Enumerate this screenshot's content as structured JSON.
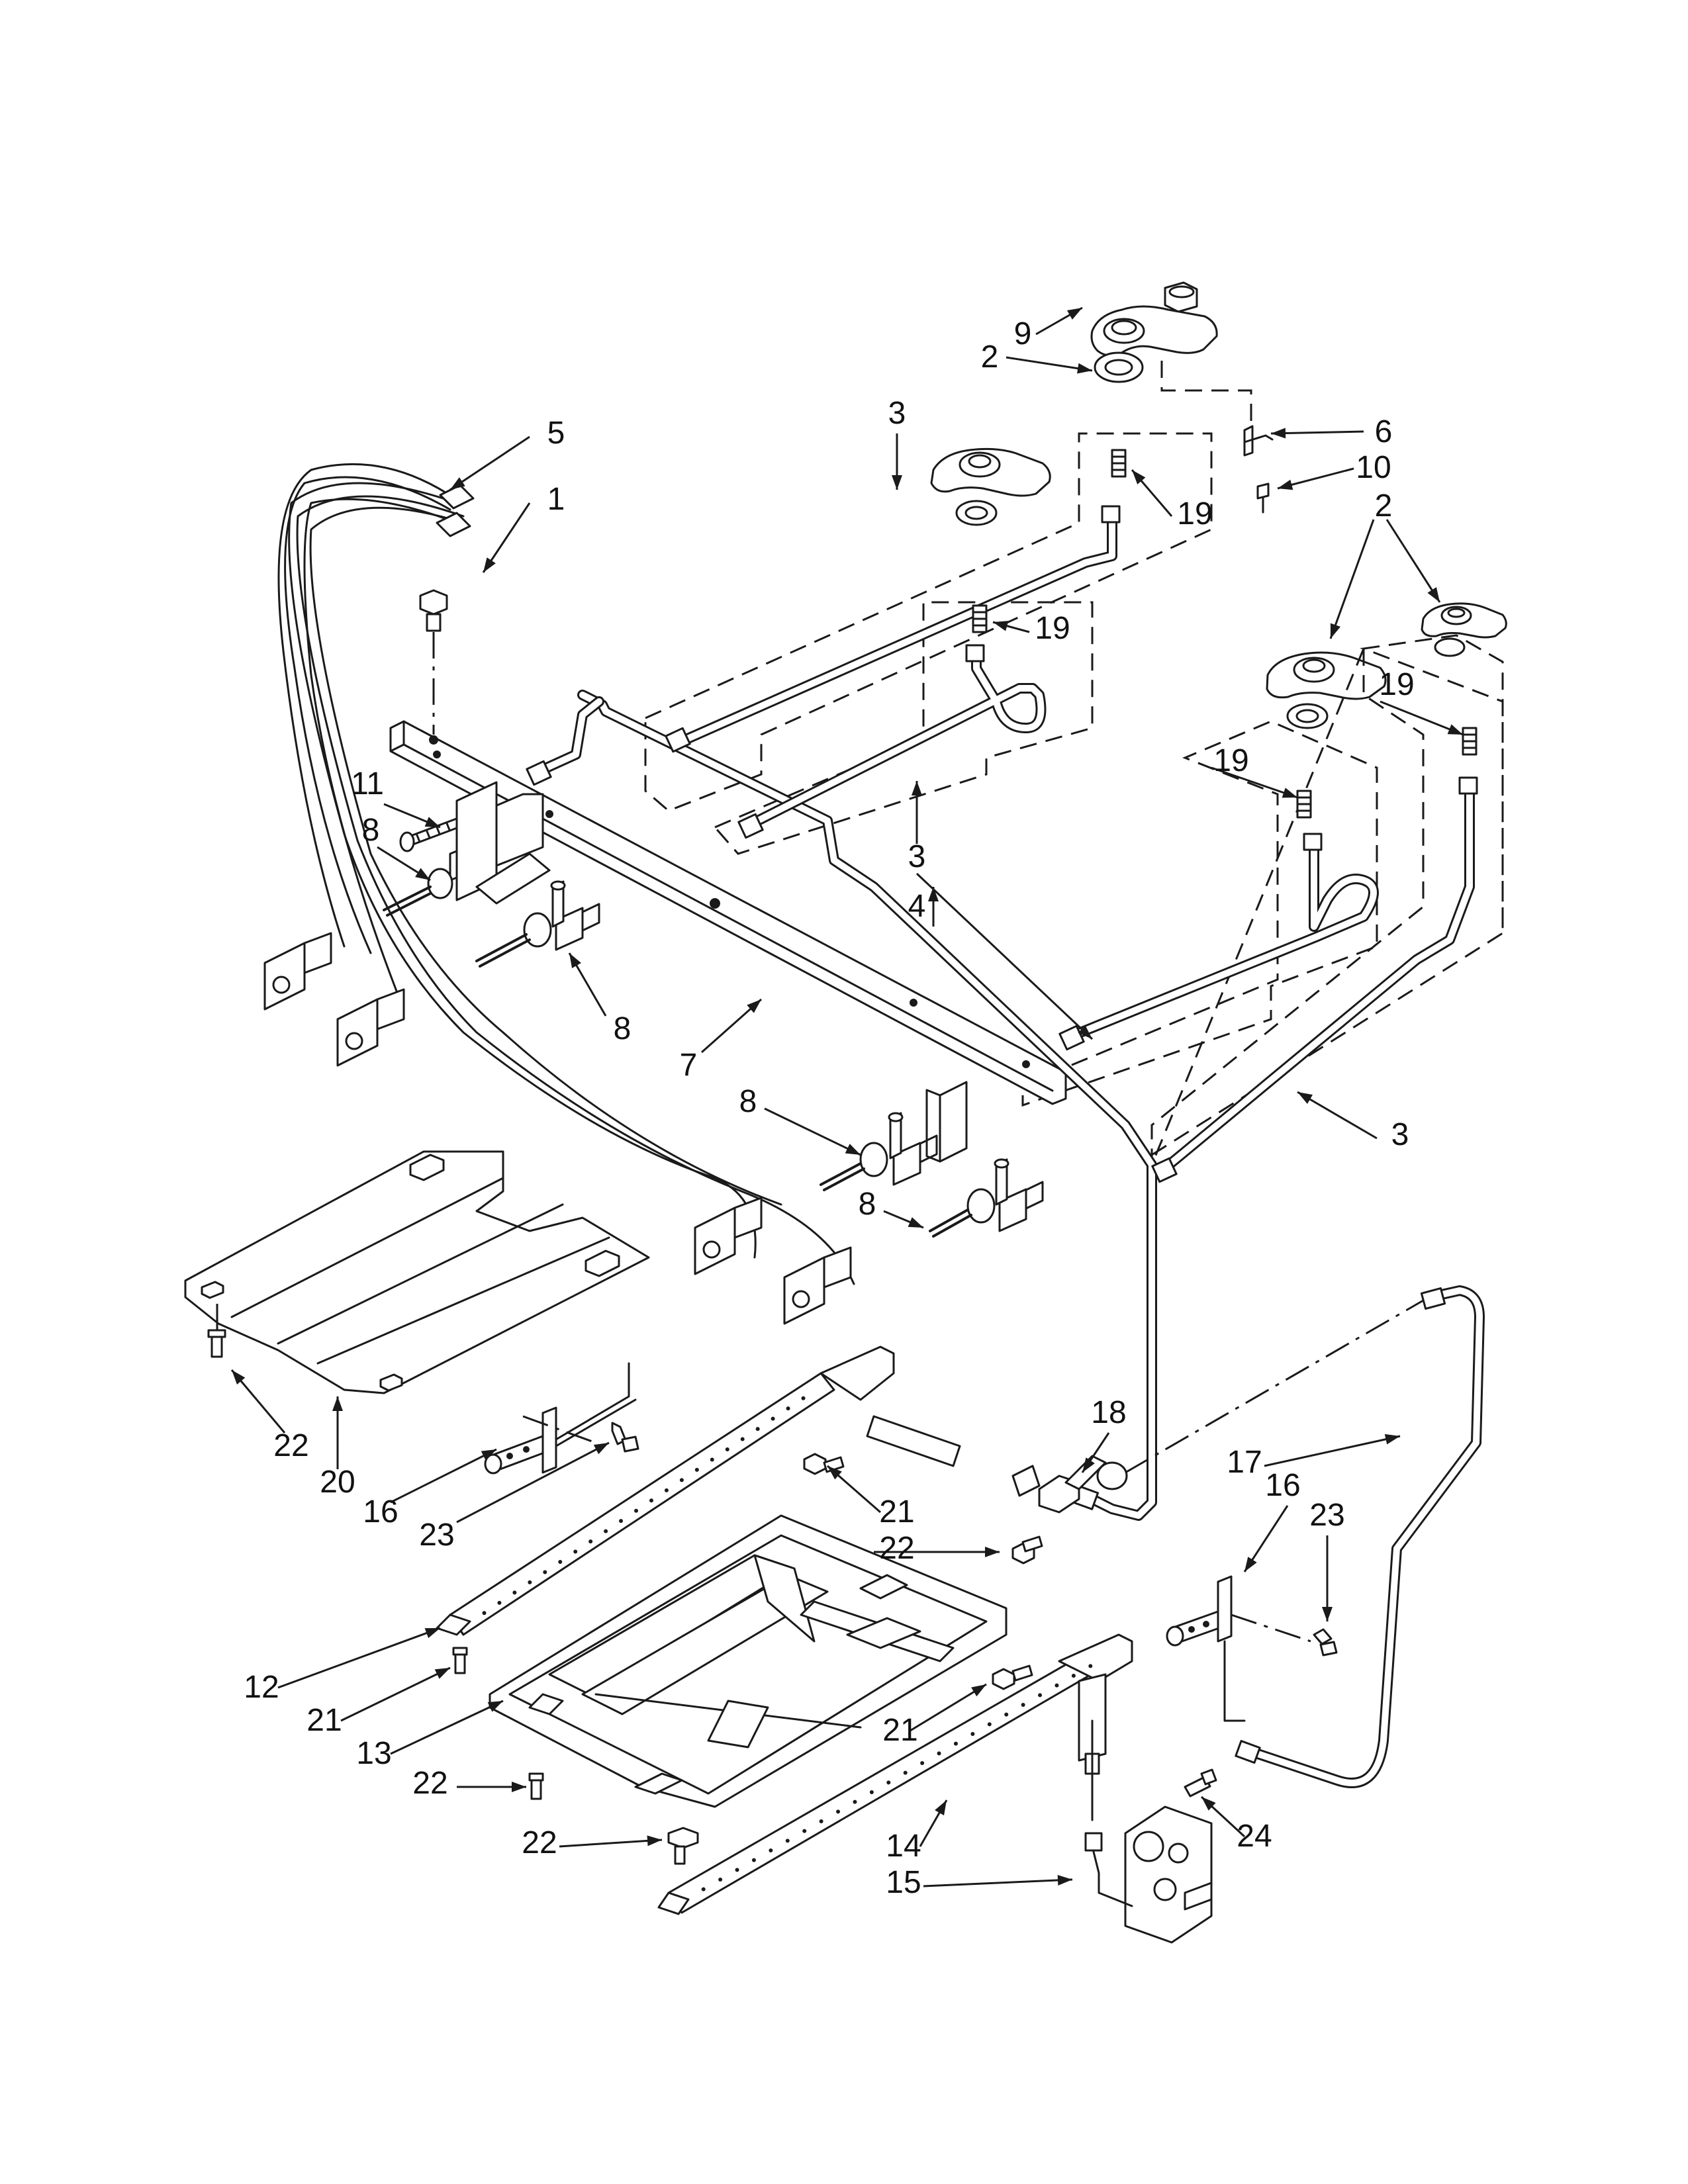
{
  "callouts": [
    {
      "id": "c9",
      "text": "9"
    },
    {
      "id": "c2a",
      "text": "2"
    },
    {
      "id": "c3a",
      "text": "3"
    },
    {
      "id": "c5",
      "text": "5"
    },
    {
      "id": "c6",
      "text": "6"
    },
    {
      "id": "c10",
      "text": "10"
    },
    {
      "id": "c19a",
      "text": "19"
    },
    {
      "id": "c1",
      "text": "1"
    },
    {
      "id": "c2b",
      "text": "2"
    },
    {
      "id": "c19b",
      "text": "19"
    },
    {
      "id": "c19c",
      "text": "19"
    },
    {
      "id": "c19d",
      "text": "19"
    },
    {
      "id": "c11",
      "text": "11"
    },
    {
      "id": "c8a",
      "text": "8"
    },
    {
      "id": "c3b",
      "text": "3"
    },
    {
      "id": "c4",
      "text": "4"
    },
    {
      "id": "c8b",
      "text": "8"
    },
    {
      "id": "c7",
      "text": "7"
    },
    {
      "id": "c3c",
      "text": "3"
    },
    {
      "id": "c8c",
      "text": "8"
    },
    {
      "id": "c8d",
      "text": "8"
    },
    {
      "id": "c18",
      "text": "18"
    },
    {
      "id": "c17",
      "text": "17"
    },
    {
      "id": "c16a",
      "text": "16"
    },
    {
      "id": "c23a",
      "text": "23"
    },
    {
      "id": "c22a",
      "text": "22"
    },
    {
      "id": "c20",
      "text": "20"
    },
    {
      "id": "c16b",
      "text": "16"
    },
    {
      "id": "c23b",
      "text": "23"
    },
    {
      "id": "c21a",
      "text": "21"
    },
    {
      "id": "c22b",
      "text": "22"
    },
    {
      "id": "c12",
      "text": "12"
    },
    {
      "id": "c21b",
      "text": "21"
    },
    {
      "id": "c13",
      "text": "13"
    },
    {
      "id": "c21c",
      "text": "21"
    },
    {
      "id": "c22c",
      "text": "22"
    },
    {
      "id": "c24",
      "text": "24"
    },
    {
      "id": "c14",
      "text": "14"
    },
    {
      "id": "c22d",
      "text": "22"
    },
    {
      "id": "c15",
      "text": "15"
    }
  ]
}
